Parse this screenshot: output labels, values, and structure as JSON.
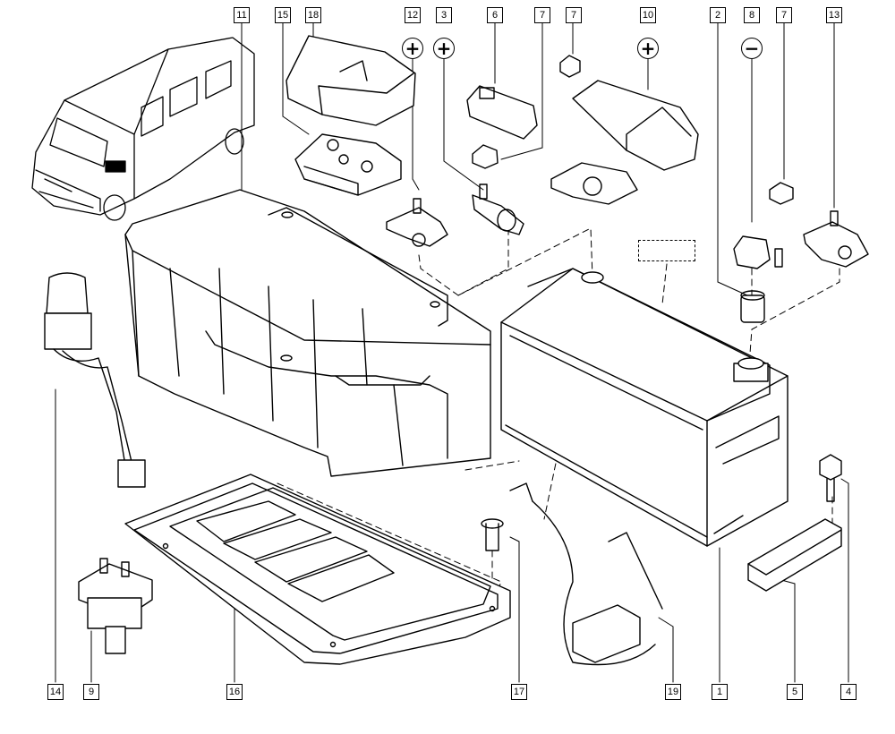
{
  "callouts": {
    "c11": "11",
    "c15": "15",
    "c18": "18",
    "c12": "12",
    "c3": "3",
    "c6": "6",
    "c7a": "7",
    "c7b": "7",
    "c10": "10",
    "c2": "2",
    "c8": "8",
    "c7c": "7",
    "c13": "13",
    "c14": "14",
    "c9": "9",
    "c16": "16",
    "c17": "17",
    "c19": "19",
    "c1": "1",
    "c5": "5",
    "c4": "4"
  },
  "polarity": {
    "p12": "+",
    "p3": "+",
    "p10": "+",
    "p8": "−"
  },
  "colors": {
    "line": "#000000",
    "fill": "#ffffff",
    "shade": "#e8e8e8"
  }
}
